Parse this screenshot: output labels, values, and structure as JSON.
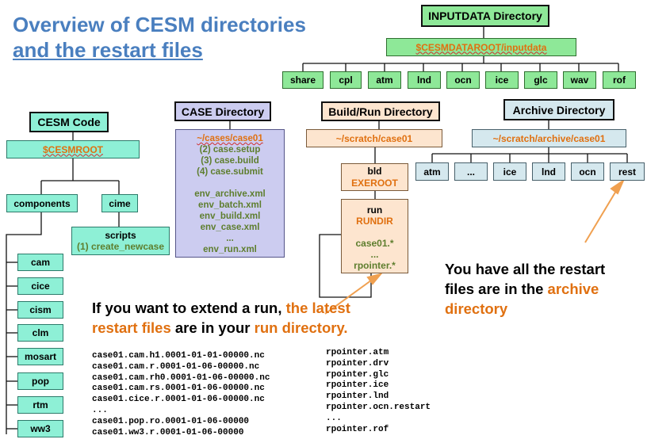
{
  "title": {
    "line1": "Overview of CESM directories",
    "line2": "and the restart files"
  },
  "inputdata": {
    "title": "INPUTDATA Directory",
    "root": "$CESMDATAROOT/inputdata",
    "children": [
      "share",
      "cpl",
      "atm",
      "lnd",
      "ocn",
      "ice",
      "glc",
      "wav",
      "rof"
    ]
  },
  "cesm_code": {
    "title": "CESM Code",
    "root": "$CESMROOT",
    "components": "components",
    "cime": "cime",
    "scripts": "scripts",
    "create_newcase": "(1) create_newcase",
    "component_list": [
      "cam",
      "cice",
      "cism",
      "clm",
      "mosart",
      "pop",
      "rtm",
      "ww3"
    ]
  },
  "case_dir": {
    "title": "CASE Directory",
    "path": "~/cases/case01",
    "steps": [
      "(2) case.setup",
      "(3) case.build",
      "(4) case.submit"
    ],
    "files": [
      "env_archive.xml",
      "env_batch.xml",
      "env_build.xml",
      "env_case.xml",
      "...",
      "env_run.xml"
    ]
  },
  "build_run": {
    "title": "Build/Run Directory",
    "path": "~/scratch/case01",
    "bld": "bld",
    "exeroot": "EXEROOT",
    "run": "run",
    "rundir": "RUNDIR",
    "run_files": [
      "case01.*",
      "...",
      "rpointer.*"
    ]
  },
  "archive": {
    "title": "Archive Directory",
    "path": "~/scratch/archive/case01",
    "children": [
      "atm",
      "...",
      "ice",
      "lnd",
      "ocn",
      "rest"
    ]
  },
  "note_archive": {
    "part1": "You have all the restart",
    "part2": "files are in the ",
    "highlight": "archive",
    "part3": "directory"
  },
  "note_run": {
    "part1": "If you want to extend a run, ",
    "hl1": "the latest",
    "hl2": "restart files",
    "part2": " are in your ",
    "hl3": "run directory."
  },
  "restart_files": [
    "case01.cam.h1.0001-01-01-00000.nc",
    "case01.cam.r.0001-01-06-00000.nc",
    "case01.cam.rh0.0001-01-06-00000.nc",
    "case01.cam.rs.0001-01-06-00000.nc",
    "case01.cice.r.0001-01-06-00000.nc",
    "...",
    "case01.pop.ro.0001-01-06-00000",
    "case01.ww3.r.0001-01-06-00000"
  ],
  "rpointer_files": [
    "rpointer.atm",
    "rpointer.drv",
    "rpointer.glc",
    "rpointer.ice",
    "rpointer.lnd",
    "rpointer.ocn.restart",
    "...",
    "rpointer.rof"
  ],
  "colors": {
    "title_blue": "#4a7fbf",
    "orange": "#e07010",
    "olive": "#5e7e2e",
    "green_box": "#8ee898",
    "mint_box": "#8ef0d6",
    "light_blue_box": "#d5e8ee",
    "peach_box": "#fde5cf",
    "lilac_box": "#ccccf0",
    "arrow": "#f0a050"
  }
}
